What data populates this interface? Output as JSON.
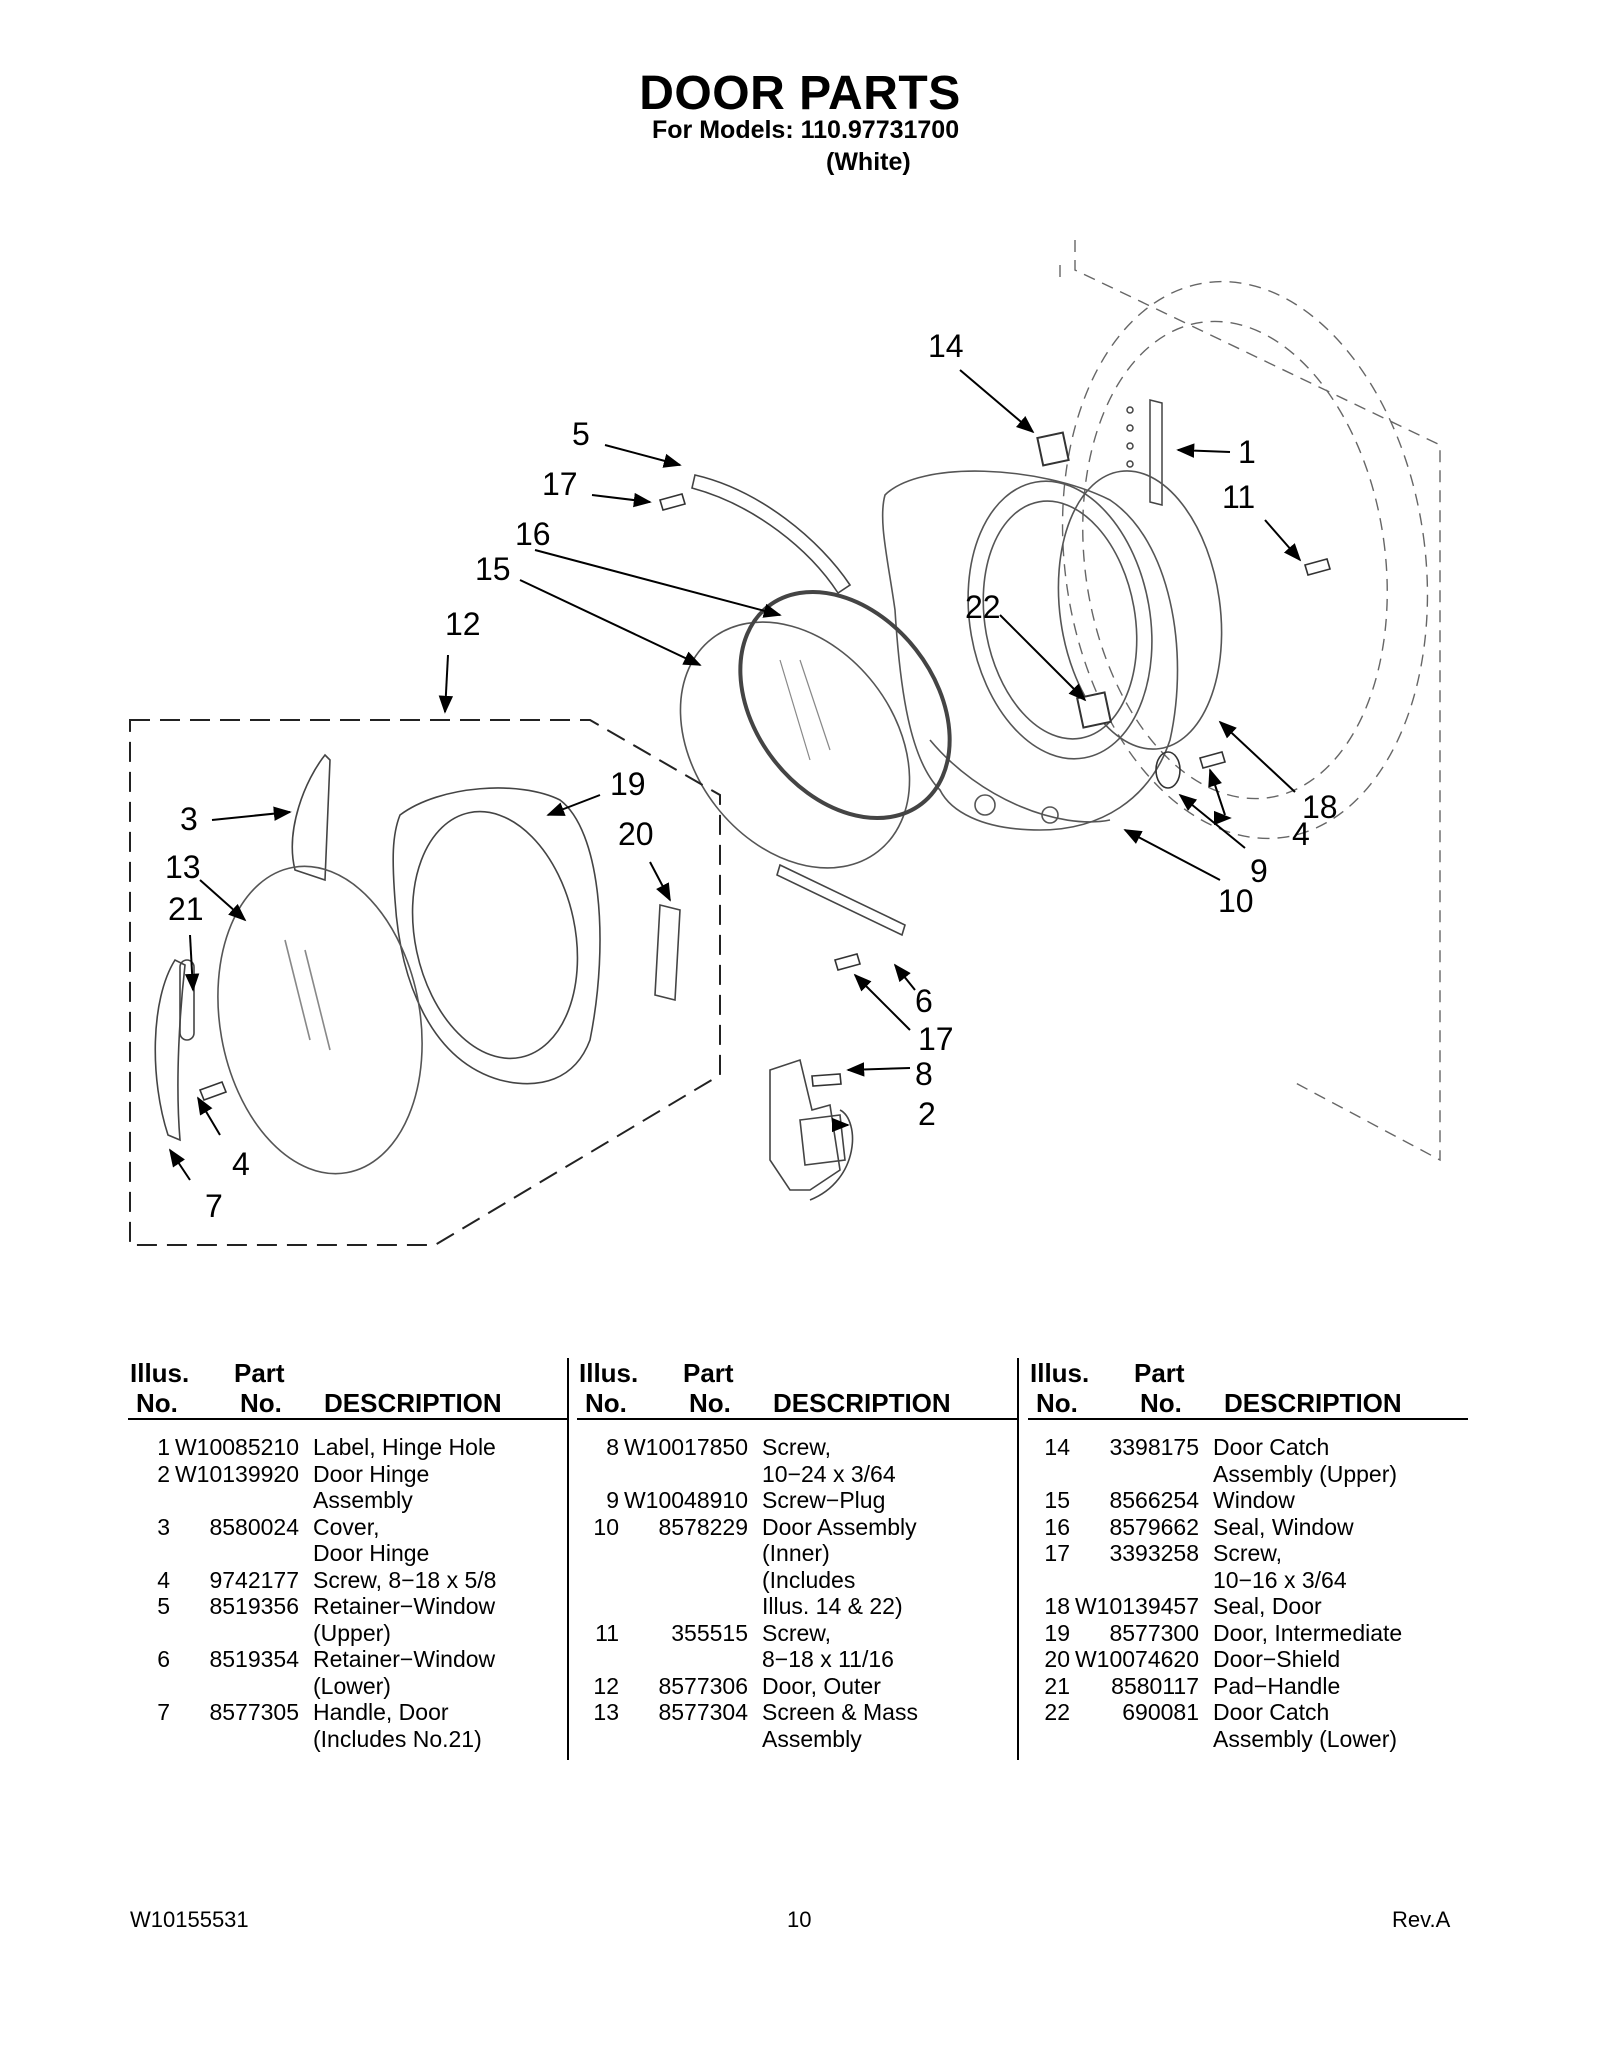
{
  "header": {
    "title": "DOOR PARTS",
    "subtitle": "For Models: 110.97731700",
    "variant": "(White)"
  },
  "diagram": {
    "callouts": {
      "c1": "1",
      "c2": "2",
      "c3": "3",
      "c4a": "4",
      "c4b": "4",
      "c5": "5",
      "c6": "6",
      "c7": "7",
      "c8": "8",
      "c9": "9",
      "c10": "10",
      "c11": "11",
      "c12": "12",
      "c13": "13",
      "c14": "14",
      "c15": "15",
      "c16": "16",
      "c17a": "17",
      "c17b": "17",
      "c18": "18",
      "c19": "19",
      "c20": "20",
      "c21": "21",
      "c22": "22"
    }
  },
  "table_headers": {
    "illus": "Illus.",
    "no": "No.",
    "part": "Part",
    "part_no": "No.",
    "description": "DESCRIPTION"
  },
  "parts": [
    [
      {
        "no": "1",
        "part": "W10085210",
        "desc": [
          "Label, Hinge Hole"
        ]
      },
      {
        "no": "2",
        "part": "W10139920",
        "desc": [
          "Door Hinge",
          "Assembly"
        ]
      },
      {
        "no": "3",
        "part": "8580024",
        "desc": [
          "Cover,",
          "Door Hinge"
        ]
      },
      {
        "no": "4",
        "part": "9742177",
        "desc": [
          "Screw, 8−18 x 5/8"
        ]
      },
      {
        "no": "5",
        "part": "8519356",
        "desc": [
          "Retainer−Window",
          "(Upper)"
        ]
      },
      {
        "no": "6",
        "part": "8519354",
        "desc": [
          "Retainer−Window",
          "(Lower)"
        ]
      },
      {
        "no": "7",
        "part": "8577305",
        "desc": [
          "Handle, Door",
          "(Includes No.21)"
        ]
      }
    ],
    [
      {
        "no": "8",
        "part": "W10017850",
        "desc": [
          "Screw,",
          "10−24 x 3/64"
        ]
      },
      {
        "no": "9",
        "part": "W10048910",
        "desc": [
          "Screw−Plug"
        ]
      },
      {
        "no": "10",
        "part": "8578229",
        "desc": [
          "Door Assembly",
          "(Inner)",
          "(Includes",
          " Illus. 14 & 22)"
        ]
      },
      {
        "no": "11",
        "part": "355515",
        "desc": [
          "Screw,",
          "8−18 x 11/16"
        ]
      },
      {
        "no": "12",
        "part": "8577306",
        "desc": [
          "Door, Outer"
        ]
      },
      {
        "no": "13",
        "part": "8577304",
        "desc": [
          "Screen & Mass",
          "Assembly"
        ]
      }
    ],
    [
      {
        "no": "14",
        "part": "3398175",
        "desc": [
          "Door Catch",
          "Assembly (Upper)"
        ]
      },
      {
        "no": "15",
        "part": "8566254",
        "desc": [
          "Window"
        ]
      },
      {
        "no": "16",
        "part": "8579662",
        "desc": [
          "Seal, Window"
        ]
      },
      {
        "no": "17",
        "part": "3393258",
        "desc": [
          "Screw,",
          "10−16 x 3/64"
        ]
      },
      {
        "no": "18",
        "part": "W10139457",
        "desc": [
          "Seal, Door"
        ]
      },
      {
        "no": "19",
        "part": "8577300",
        "desc": [
          "Door, Intermediate"
        ]
      },
      {
        "no": "20",
        "part": "W10074620",
        "desc": [
          "Door−Shield"
        ]
      },
      {
        "no": "21",
        "part": "8580117",
        "desc": [
          "Pad−Handle"
        ]
      },
      {
        "no": "22",
        "part": "690081",
        "desc": [
          "Door Catch",
          "Assembly (Lower)"
        ]
      }
    ]
  ],
  "footer": {
    "doc_number": "W10155531",
    "page": "10",
    "revision": "Rev.A"
  }
}
